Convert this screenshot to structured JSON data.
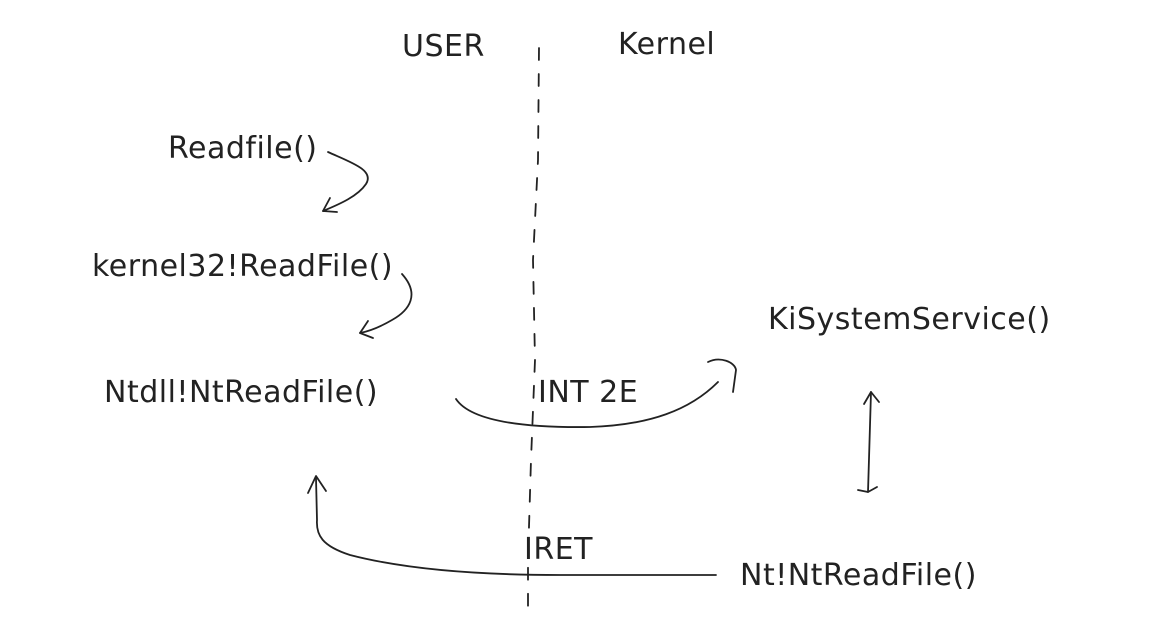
{
  "headers": {
    "user": "USER",
    "kernel": "Kernel"
  },
  "user_side": {
    "readfile": "Readfile()",
    "kernel32": "kernel32!ReadFile()",
    "ntdll": "Ntdll!NtReadFile()"
  },
  "transitions": {
    "int": "INT 2E",
    "iret": "IRET"
  },
  "kernel_side": {
    "kisystemservice": "KiSystemService()",
    "nt_readfile": "Nt!NtReadFile()"
  },
  "colors": {
    "ink": "#222222",
    "background": "#ffffff"
  }
}
